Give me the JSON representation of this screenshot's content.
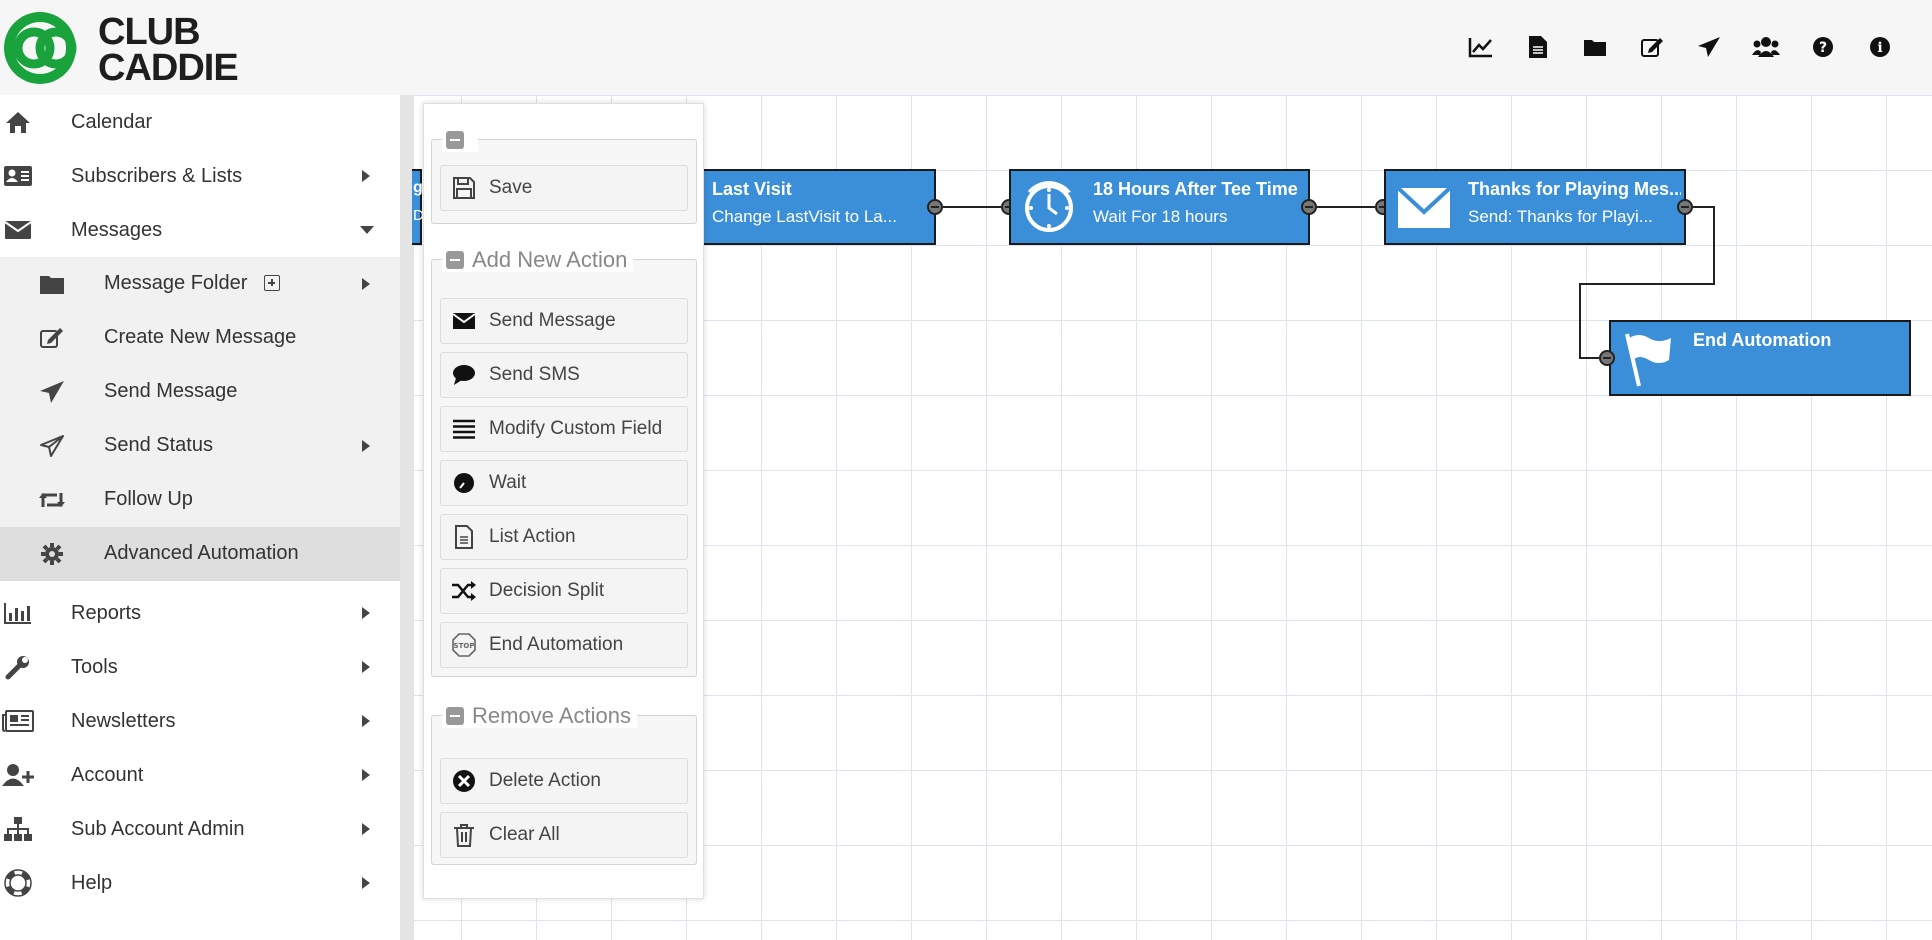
{
  "header": {
    "brand_line1": "CLUB",
    "brand_line2": "CADDIE",
    "icons": [
      "line-chart-icon",
      "document-icon",
      "folder-icon",
      "edit-icon",
      "send-icon",
      "users-icon",
      "question-icon",
      "info-icon"
    ]
  },
  "sidebar": {
    "items": [
      {
        "label": "Calendar",
        "icon": "home-icon"
      },
      {
        "label": "Subscribers & Lists",
        "icon": "address-card-icon"
      },
      {
        "label": "Messages",
        "icon": "envelope-icon"
      },
      {
        "label": "Reports",
        "icon": "bar-chart-icon"
      },
      {
        "label": "Tools",
        "icon": "wrench-icon"
      },
      {
        "label": "Newsletters",
        "icon": "newspaper-icon"
      },
      {
        "label": "Account",
        "icon": "user-plus-icon"
      },
      {
        "label": "Sub Account Admin",
        "icon": "sitemap-icon"
      },
      {
        "label": "Help",
        "icon": "life-ring-icon"
      }
    ],
    "messages_sub": [
      {
        "label": "Message Folder",
        "icon": "folder-icon"
      },
      {
        "label": "Create New Message",
        "icon": "edit-icon"
      },
      {
        "label": "Send Message",
        "icon": "send-icon"
      },
      {
        "label": "Send Status",
        "icon": "send-outline-icon"
      },
      {
        "label": "Follow Up",
        "icon": "retweet-icon"
      },
      {
        "label": "Advanced Automation",
        "icon": "gear-icon"
      }
    ]
  },
  "panel": {
    "save_label": "Save",
    "add_legend": "Add New Action",
    "add_actions": [
      "Send Message",
      "Send SMS",
      "Modify Custom Field",
      "Wait",
      "List Action",
      "Decision Split",
      "End Automation"
    ],
    "remove_legend": "Remove Actions",
    "remove_actions": [
      "Delete Action",
      "Clear All"
    ]
  },
  "flow": {
    "partial_title": "g",
    "partial_sub": "D",
    "nodes": [
      {
        "title": "Last Visit",
        "subtitle": "Change LastVisit to La..."
      },
      {
        "title": "18 Hours After Tee Time",
        "subtitle": "Wait For 18 hours"
      },
      {
        "title": "Thanks for Playing Mes...",
        "subtitle": "Send: Thanks for Playi..."
      },
      {
        "title": "End Automation",
        "subtitle": ""
      }
    ]
  },
  "colors": {
    "node_blue": "#3a8fd8",
    "brand_green": "#1aa33c",
    "active_row": "#dedede"
  }
}
